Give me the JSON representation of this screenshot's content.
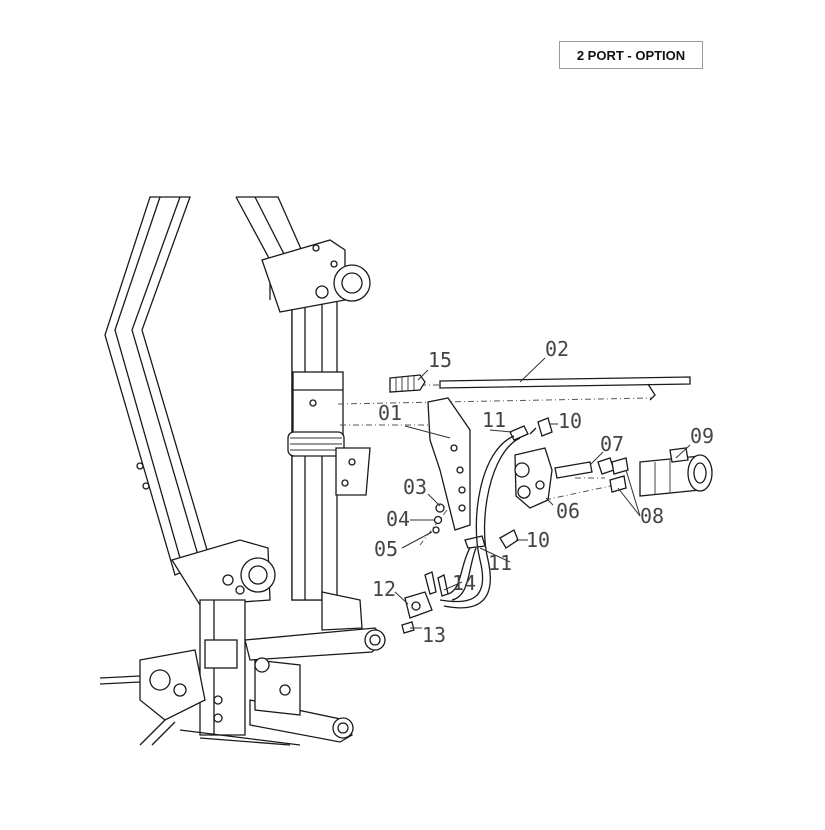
{
  "header": {
    "title": "2 PORT - OPTION"
  },
  "callouts": [
    {
      "id": "c15",
      "label": "15"
    },
    {
      "id": "c02",
      "label": "02"
    },
    {
      "id": "c01",
      "label": "01"
    },
    {
      "id": "c11a",
      "label": "11"
    },
    {
      "id": "c10a",
      "label": "10"
    },
    {
      "id": "c07",
      "label": "07"
    },
    {
      "id": "c09",
      "label": "09"
    },
    {
      "id": "c03",
      "label": "03"
    },
    {
      "id": "c04",
      "label": "04"
    },
    {
      "id": "c05",
      "label": "05"
    },
    {
      "id": "c06",
      "label": "06"
    },
    {
      "id": "c08",
      "label": "08"
    },
    {
      "id": "c10b",
      "label": "10"
    },
    {
      "id": "c11b",
      "label": "11"
    },
    {
      "id": "c14",
      "label": "14"
    },
    {
      "id": "c12",
      "label": "12"
    },
    {
      "id": "c13",
      "label": "13"
    }
  ]
}
